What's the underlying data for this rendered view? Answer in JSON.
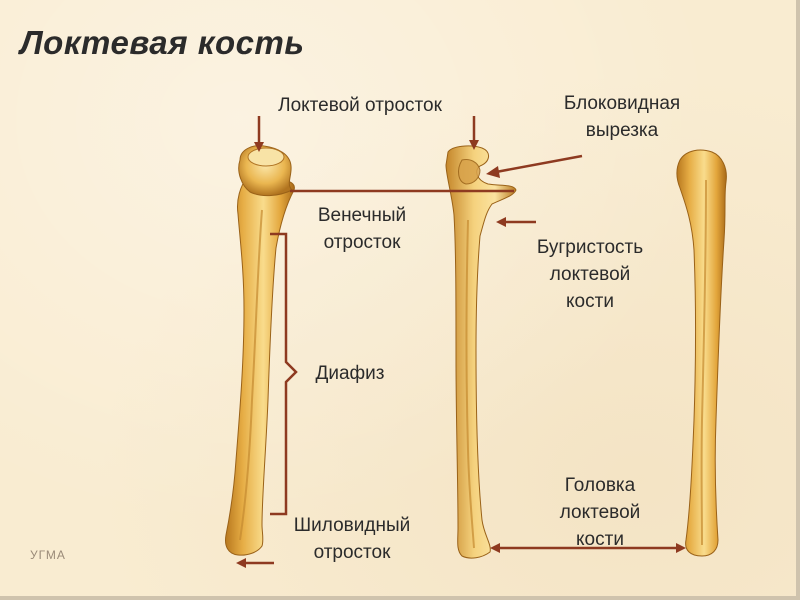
{
  "title": "Локтевая кость",
  "labels": {
    "olecranon": "Локтевой отросток",
    "trochlear_notch": "Блоковидная\nвырезка",
    "coronoid_process": "Венечный\nотросток",
    "tuberosity": "Бугристость\nлоктевой\nкости",
    "shaft": "Диафиз",
    "styloid_process": "Шиловидный\nотросток",
    "head": "Головка\nлоктевой\nкости"
  },
  "watermark": "УГМА",
  "colors": {
    "background": "#f9ecd1",
    "pointer": "#8e3a20",
    "bone_light": "#f7d684",
    "bone_mid": "#e0a83e",
    "bone_dark": "#a86a1c",
    "text": "#2b2b2b"
  }
}
